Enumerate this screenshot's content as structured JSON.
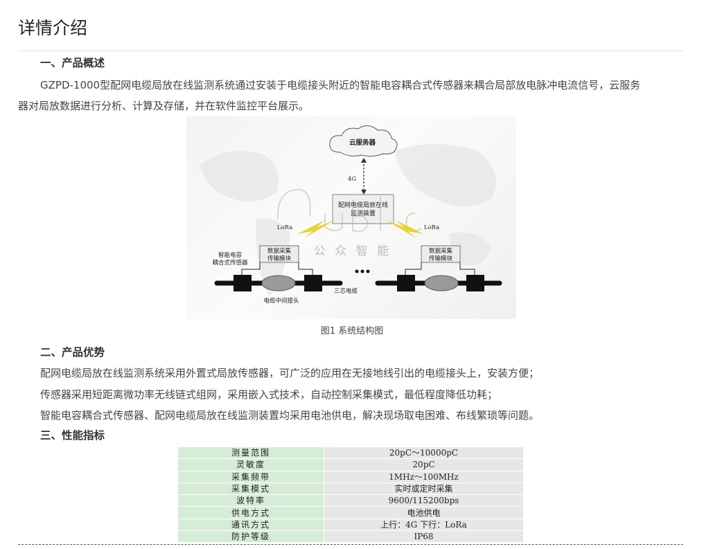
{
  "page": {
    "title": "详情介绍"
  },
  "section1": {
    "heading": "一、产品概述",
    "para_line1": "GZPD-1000型配网电缆局放在线监测系统通过安装于电缆接头附近的智能电容耦合式传感器来耦合局部放电脉冲电流信号，云服务",
    "para_line2": "器对局放数据进行分析、计算及存储，并在软件监控平台展示。"
  },
  "diagram": {
    "cloud": "云服务器",
    "link_4g": "4G",
    "device_line1": "配网电缆局放在线",
    "device_line2": "监测装置",
    "lora_left": "LoRa",
    "lora_right": "LoRa",
    "module_left_line1": "数据采集",
    "module_left_line2": "传输模块",
    "module_right_line1": "数据采集",
    "module_right_line2": "传输模块",
    "sensor_line1": "智能电容",
    "sensor_line2": "耦合式传感器",
    "joint_label": "电缆中间接头",
    "cable_label": "三芯电缆",
    "watermark_cn": "公 众 智 能"
  },
  "figure": {
    "caption": "图1 系统结构图"
  },
  "section2": {
    "heading": "二、产品优势",
    "lines": [
      "配网电缆局放在线监测系统采用外置式局放传感器，可广泛的应用在无接地线引出的电缆接头上，安装方便；",
      "传感器采用短距离微功率无线链式组网，采用嵌入式技术，自动控制采集模式，最低程度降低功耗；",
      "智能电容耦合式传感器、配网电缆局放在线监测装置均采用电池供电，解决现场取电困难、布线繁琐等问题。"
    ]
  },
  "section3": {
    "heading": "三、性能指标"
  },
  "specs": [
    {
      "key": "测量范围",
      "value": "20pC～10000pC"
    },
    {
      "key": "灵敏度",
      "value": "20pC"
    },
    {
      "key": "采集频带",
      "value": "1MHz～100MHz"
    },
    {
      "key": "采集模式",
      "value": "实时或定时采集"
    },
    {
      "key": "波特率",
      "value": "9600/115200bps"
    },
    {
      "key": "供电方式",
      "value": "电池供电"
    },
    {
      "key": "通讯方式",
      "value": "上行：4G  下行：LoRa"
    },
    {
      "key": "防护等级",
      "value": "IP68"
    }
  ],
  "colors": {
    "spec_key_bg": "#d5ecd6",
    "spec_value_bg": "#e7e7e7",
    "lightning": "#e6d23a"
  }
}
